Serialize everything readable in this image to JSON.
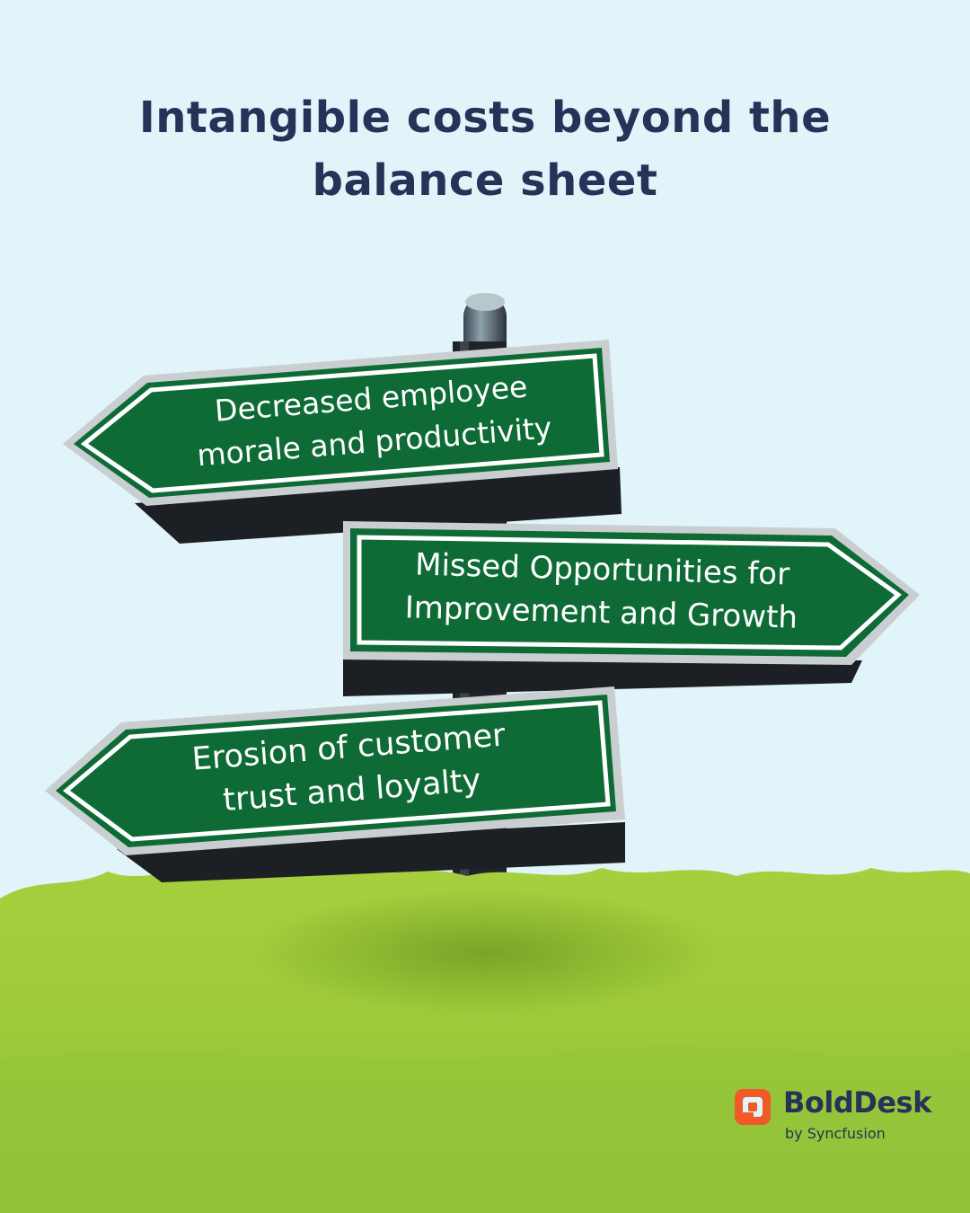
{
  "title": {
    "line1": "Intangible costs beyond the",
    "line2": "balance sheet"
  },
  "signs": [
    {
      "direction": "left",
      "line1": "Decreased employee",
      "line2": "morale and productivity"
    },
    {
      "direction": "right",
      "line1": "Missed Opportunities for",
      "line2": "Improvement and Growth"
    },
    {
      "direction": "left",
      "line1": "Erosion of customer",
      "line2": "trust and loyalty"
    }
  ],
  "logo": {
    "name": "BoldDesk",
    "byline": "by Syncfusion"
  },
  "colors": {
    "background": "#e0f4f9",
    "title": "#263258",
    "sign_green": "#0e6b36",
    "sign_border": "#ffffff",
    "grass": "#9fc93a",
    "logo_accent": "#f05a28"
  }
}
